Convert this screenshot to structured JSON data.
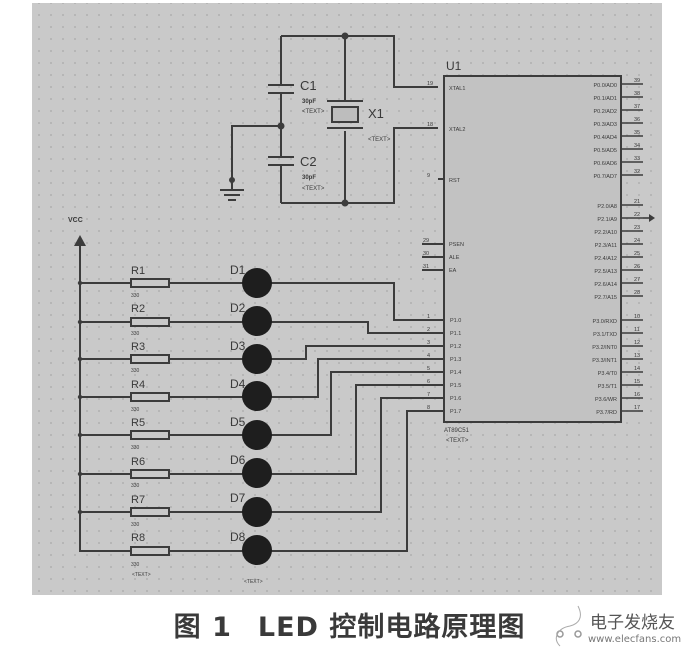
{
  "figure": {
    "caption_prefix": "图 1",
    "caption_title": "LED 控制电路原理图",
    "background_color": "#c9c9c9",
    "wire_color": "#3c3c3c",
    "led_color": "#1e1e1e"
  },
  "watermark": {
    "brand": "电子发烧友",
    "url": "www.elecfans.com"
  },
  "power": {
    "label": "VCC"
  },
  "crystal_circuit": {
    "c1": {
      "ref": "C1",
      "value": "30pF",
      "text": "<TEXT>"
    },
    "c2": {
      "ref": "C2",
      "value": "30pF",
      "text": "<TEXT>"
    },
    "x1": {
      "ref": "X1",
      "text": "<TEXT>"
    },
    "ground": "ground-symbol"
  },
  "resistors": [
    {
      "ref": "R1",
      "value": "330"
    },
    {
      "ref": "R2",
      "value": "330"
    },
    {
      "ref": "R3",
      "value": "330"
    },
    {
      "ref": "R4",
      "value": "330"
    },
    {
      "ref": "R5",
      "value": "330"
    },
    {
      "ref": "R6",
      "value": "330"
    },
    {
      "ref": "R7",
      "value": "330"
    },
    {
      "ref": "R8",
      "value": "330"
    }
  ],
  "resistor_text": "<TEXT>",
  "leds": [
    "D1",
    "D2",
    "D3",
    "D4",
    "D5",
    "D6",
    "D7",
    "D8"
  ],
  "led_text": "<TEXT>",
  "mcu": {
    "ref": "U1",
    "part": "AT89C51",
    "text": "<TEXT>",
    "left_pins": [
      {
        "num": "19",
        "name": "XTAL1"
      },
      {
        "num": "18",
        "name": "XTAL2"
      },
      {
        "num": "9",
        "name": "RST"
      },
      {
        "num": "29",
        "name": "PSEN"
      },
      {
        "num": "30",
        "name": "ALE"
      },
      {
        "num": "31",
        "name": "EA"
      },
      {
        "num": "1",
        "name": "P1.0"
      },
      {
        "num": "2",
        "name": "P1.1"
      },
      {
        "num": "3",
        "name": "P1.2"
      },
      {
        "num": "4",
        "name": "P1.3"
      },
      {
        "num": "5",
        "name": "P1.4"
      },
      {
        "num": "6",
        "name": "P1.5"
      },
      {
        "num": "7",
        "name": "P1.6"
      },
      {
        "num": "8",
        "name": "P1.7"
      }
    ],
    "right_pins_p0": [
      {
        "num": "39",
        "name": "P0.0/AD0"
      },
      {
        "num": "38",
        "name": "P0.1/AD1"
      },
      {
        "num": "37",
        "name": "P0.2/AD2"
      },
      {
        "num": "36",
        "name": "P0.3/AD3"
      },
      {
        "num": "35",
        "name": "P0.4/AD4"
      },
      {
        "num": "34",
        "name": "P0.5/AD5"
      },
      {
        "num": "33",
        "name": "P0.6/AD6"
      },
      {
        "num": "32",
        "name": "P0.7/AD7"
      }
    ],
    "right_pins_p2": [
      {
        "num": "21",
        "name": "P2.0/A8"
      },
      {
        "num": "22",
        "name": "P2.1/A9"
      },
      {
        "num": "23",
        "name": "P2.2/A10"
      },
      {
        "num": "24",
        "name": "P2.3/A11"
      },
      {
        "num": "25",
        "name": "P2.4/A12"
      },
      {
        "num": "26",
        "name": "P2.5/A13"
      },
      {
        "num": "27",
        "name": "P2.6/A14"
      },
      {
        "num": "28",
        "name": "P2.7/A15"
      }
    ],
    "right_pins_p3": [
      {
        "num": "10",
        "name": "P3.0/RXD"
      },
      {
        "num": "11",
        "name": "P3.1/TXD"
      },
      {
        "num": "12",
        "name": "P3.2/INT0"
      },
      {
        "num": "13",
        "name": "P3.3/INT1"
      },
      {
        "num": "14",
        "name": "P3.4/T0"
      },
      {
        "num": "15",
        "name": "P3.5/T1"
      },
      {
        "num": "16",
        "name": "P3.6/WR"
      },
      {
        "num": "17",
        "name": "P3.7/RD"
      }
    ]
  }
}
